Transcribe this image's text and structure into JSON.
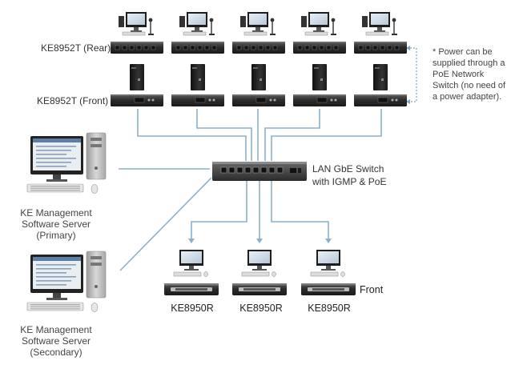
{
  "labels": {
    "tx_rear": "KE8952T (Rear)",
    "tx_front": "KE8952T (Front)",
    "note_lines": [
      "* Power can be",
      "supplied through a",
      "PoE Network",
      "Switch (no need of",
      "a power adapter)."
    ],
    "switch_lines": [
      "LAN GbE Switch",
      "with IGMP & PoE"
    ],
    "server_primary_lines": [
      "KE Management",
      "Software Server",
      "(Primary)"
    ],
    "server_secondary_lines": [
      "KE Management",
      "Software Server",
      "(Secondary)"
    ],
    "front": "Front",
    "receivers": [
      "KE8950R",
      "KE8950R",
      "KE8950R"
    ]
  },
  "colors": {
    "cable": "#8ab0cc",
    "device_dark": "#2c2c2c",
    "device_mid": "#4a4a4a",
    "dotted_bracket": "#7fa3c0"
  }
}
